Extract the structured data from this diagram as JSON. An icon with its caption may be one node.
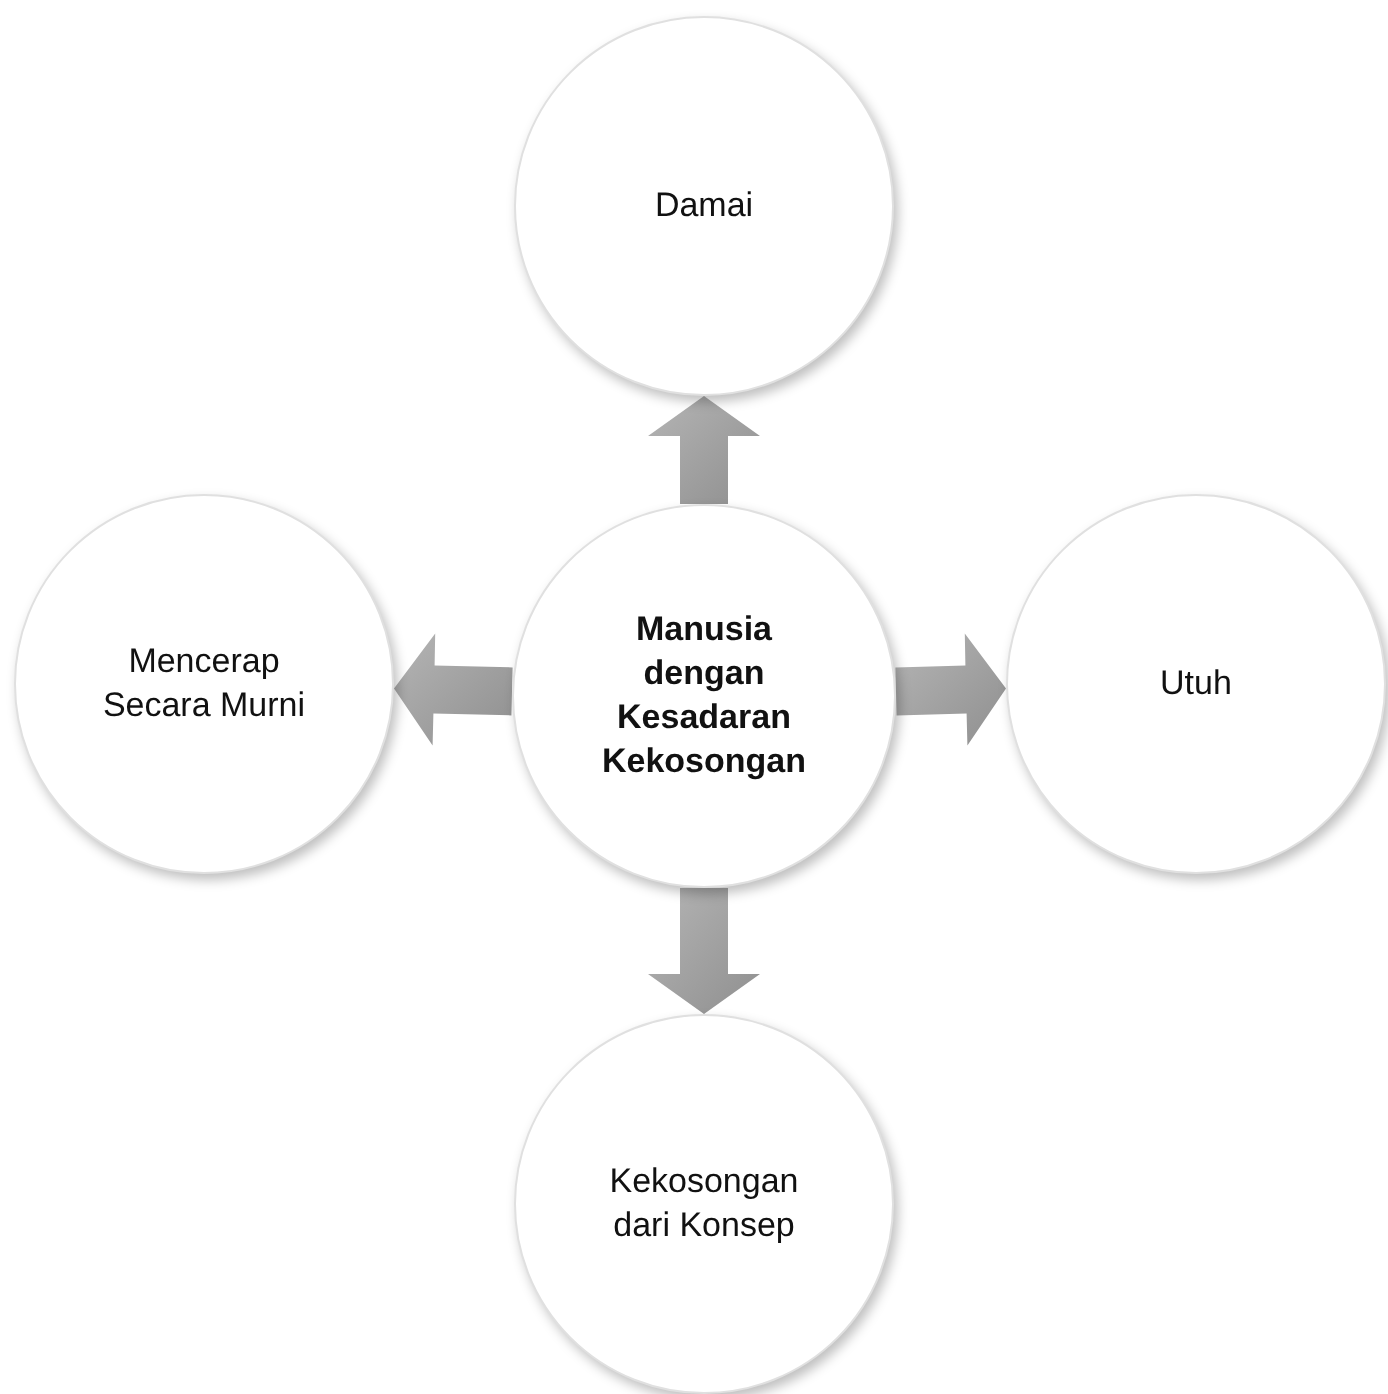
{
  "diagram": {
    "nodes": [
      {
        "text": [
          "Manusia dengan Kesadaran Kekosongan"
        ]
      },
      {
        "text": [
          "Damai"
        ]
      },
      {
        "text": [
          "Utuh"
        ]
      },
      {
        "text": [
          "Kekosongan dari Konsep"
        ]
      },
      {
        "text": [
          "Mencerap Secara Murni"
        ]
      }
    ],
    "edges": [
      {
        "from": 0,
        "to": 1,
        "arrow": "to"
      },
      {
        "from": 0,
        "to": 2,
        "arrow": "to"
      },
      {
        "from": 0,
        "to": 3,
        "arrow": "to"
      },
      {
        "from": 0,
        "to": 4,
        "arrow": "to"
      }
    ]
  }
}
